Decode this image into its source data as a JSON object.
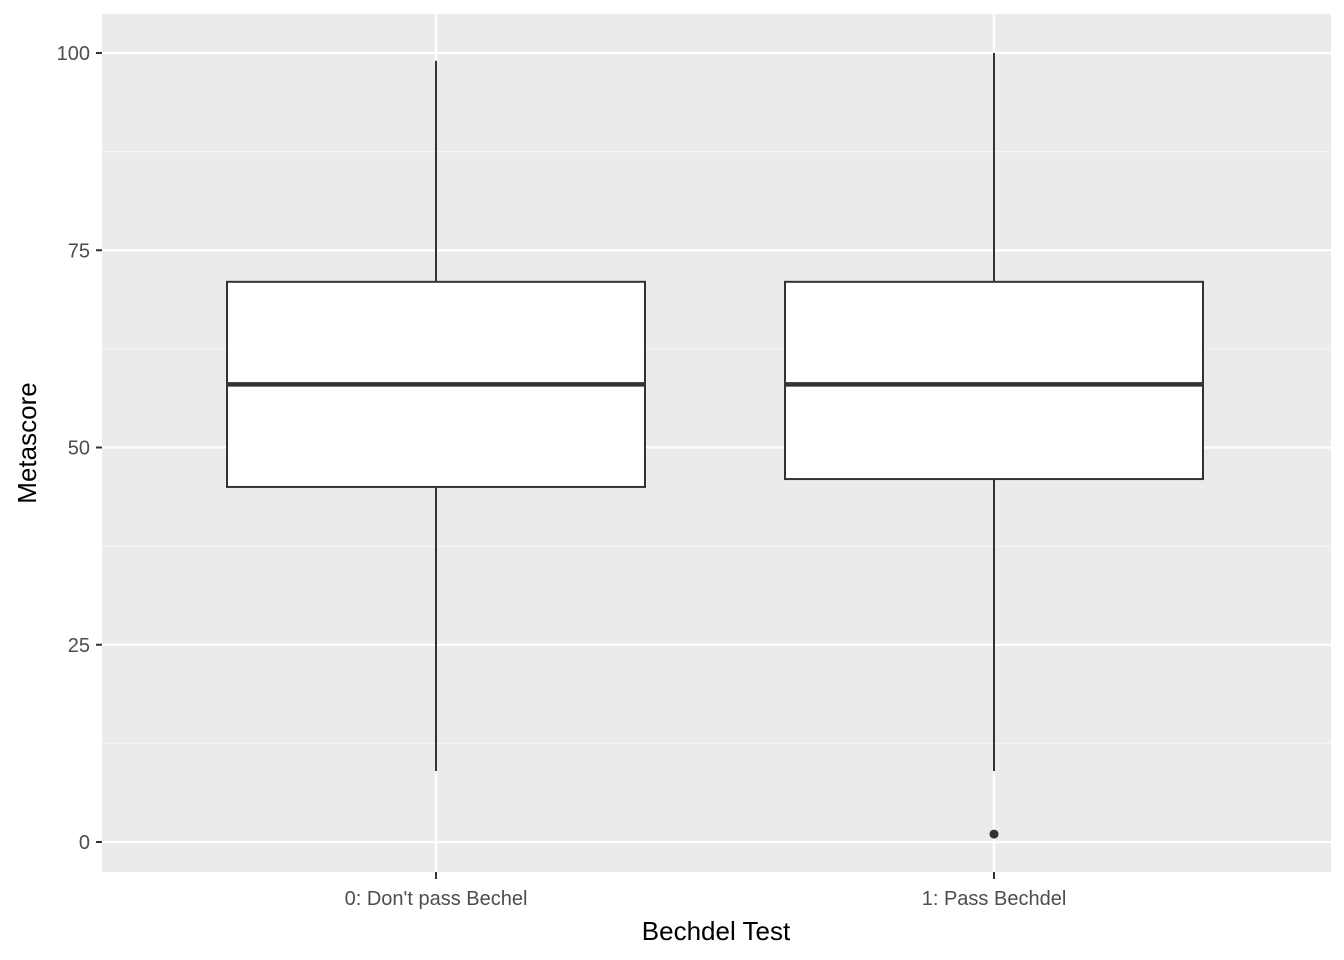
{
  "chart_data": {
    "type": "box",
    "title": "",
    "xlabel": "Bechdel Test",
    "ylabel": "Metascore",
    "categories": [
      "0: Don't pass Bechel",
      "1: Pass Bechdel"
    ],
    "y_ticks": [
      0,
      25,
      50,
      75,
      100
    ],
    "ylim": [
      -4,
      105
    ],
    "grid": true,
    "legend": "none",
    "boxes": [
      {
        "category": "0: Don't pass Bechel",
        "min": 9,
        "q1": 45,
        "median": 58,
        "q3": 71,
        "max": 99,
        "outliers": []
      },
      {
        "category": "1: Pass Bechdel",
        "min": 9,
        "q1": 46,
        "median": 58,
        "q3": 71,
        "max": 100,
        "outliers": [
          1
        ]
      }
    ]
  },
  "colors": {
    "panel_background": "#ebebeb",
    "grid_major": "#ffffff",
    "grid_minor": "#f5f5f5",
    "box_fill": "#ffffff",
    "box_line": "#333333",
    "tick_text": "#4d4d4d",
    "title_text": "#000000"
  }
}
